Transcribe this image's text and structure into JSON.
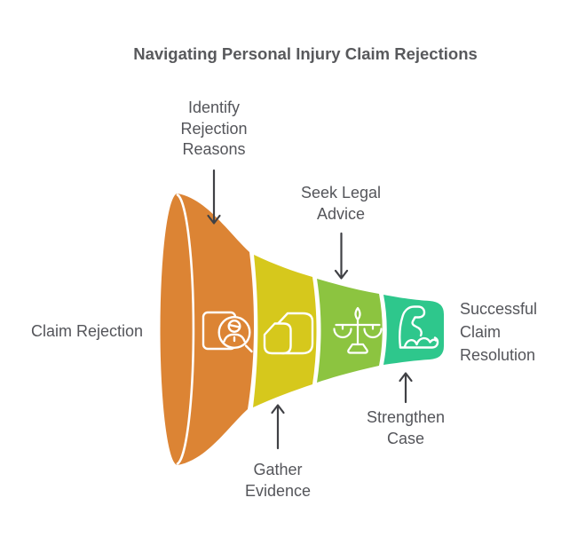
{
  "title": "Navigating Personal Injury Claim Rejections",
  "funnel": {
    "input_label": "Claim Rejection",
    "output_label": "Successful Claim Resolution",
    "stages": [
      {
        "label": "Identify Rejection Reasons",
        "icon": "person-search-icon",
        "color": "#DC8434",
        "label_position": "top"
      },
      {
        "label": "Gather Evidence",
        "icon": "documents-icon",
        "color": "#D6C81C",
        "label_position": "bottom"
      },
      {
        "label": "Seek Legal Advice",
        "icon": "scales-icon",
        "color": "#8CC440",
        "label_position": "top"
      },
      {
        "label": "Strengthen Case",
        "icon": "bicep-icon",
        "color": "#2EC78C",
        "label_position": "bottom"
      }
    ]
  },
  "style": {
    "text_color": "#54555A",
    "arrow_color": "#404145",
    "icon_stroke_color": "#FFFFFF",
    "background_color": "#FFFFFF"
  }
}
